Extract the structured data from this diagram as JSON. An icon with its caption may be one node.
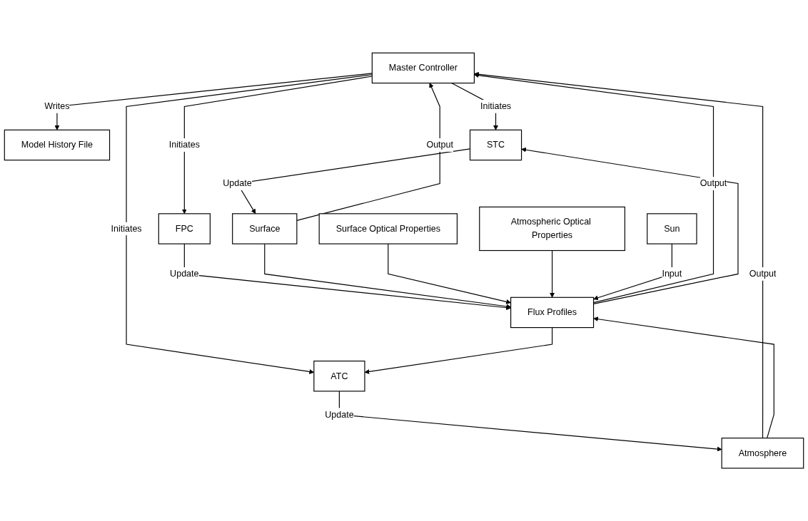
{
  "diagram": {
    "nodes": [
      {
        "text": [
          "Master Controller"
        ]
      },
      {
        "text": [
          "Model History File"
        ]
      },
      {
        "text": [
          "STC"
        ]
      },
      {
        "text": [
          "FPC"
        ]
      },
      {
        "text": [
          "ATC"
        ]
      },
      {
        "text": [
          "Flux Profiles"
        ]
      },
      {
        "text": [
          "Surface"
        ]
      },
      {
        "text": [
          "Sun"
        ]
      },
      {
        "text": [
          "Atmosphere"
        ]
      },
      {
        "text": [
          "Surface Optical Properties"
        ]
      },
      {
        "text": [
          "Atmospheric Optical Properties"
        ]
      }
    ],
    "edges": [
      {
        "from": 0,
        "to": 1,
        "arrow": "to",
        "label": "Writes"
      },
      {
        "from": 0,
        "to": 2,
        "arrow": "to",
        "label": "Initiates"
      },
      {
        "from": 0,
        "to": 3,
        "arrow": "to",
        "label": "Initiates"
      },
      {
        "from": 0,
        "to": 4,
        "arrow": "to",
        "label": "Initiates"
      },
      {
        "from": 5,
        "to": 0,
        "arrow": "to",
        "label": "Output"
      },
      {
        "from": 2,
        "to": 6,
        "arrow": "to",
        "label": "Update"
      },
      {
        "from": 6,
        "to": 0,
        "arrow": "to",
        "label": "Output"
      },
      {
        "from": 8,
        "to": 0,
        "arrow": "to",
        "label": "Output"
      },
      {
        "from": 3,
        "to": 5,
        "arrow": "to",
        "label": "Update"
      },
      {
        "from": 4,
        "to": 8,
        "arrow": "to",
        "label": "Update"
      },
      {
        "from": 5,
        "to": 2,
        "arrow": "to"
      },
      {
        "from": 5,
        "to": 4,
        "arrow": "to"
      },
      {
        "from": 6,
        "to": 5,
        "arrow": "to"
      },
      {
        "from": 8,
        "to": 5,
        "arrow": "to"
      },
      {
        "from": 9,
        "to": 5,
        "arrow": "to"
      },
      {
        "from": 10,
        "to": 5,
        "arrow": "to"
      },
      {
        "from": 7,
        "to": 5,
        "arrow": "to",
        "label": "Input"
      }
    ]
  }
}
